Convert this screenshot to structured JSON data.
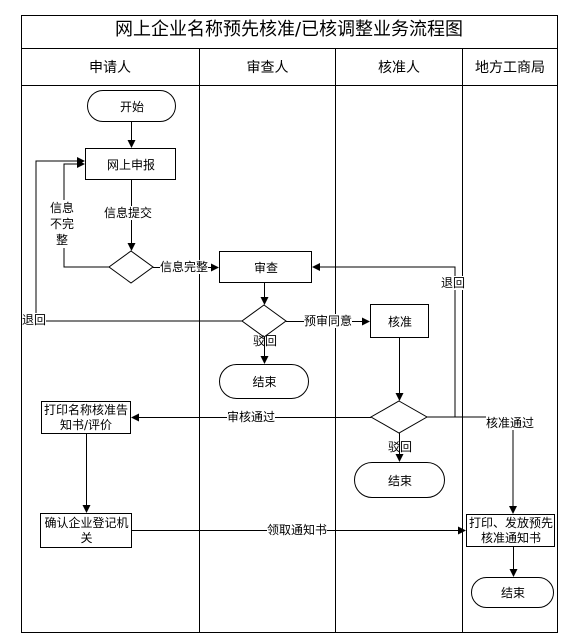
{
  "title": "网上企业名称预先核准/已核调整业务流程图",
  "lanes": [
    "申请人",
    "审查人",
    "核准人",
    "地方工商局"
  ],
  "nodes": {
    "start": "开始",
    "online_apply": "网上申报",
    "review": "审查",
    "approve": "核准",
    "end_reviewer": "结束",
    "end_approver": "结束",
    "print_notice": "打印名称核准告知书/评价",
    "confirm_org": "确认企业登记机关",
    "print_issue": "打印、发放预先核准通知书",
    "end_local": "结束"
  },
  "edges": {
    "info_incomplete": "信息不完整",
    "info_submit": "信息提交",
    "info_complete": "信息完整",
    "return_left": "退回",
    "pre_review_agree": "预审同意",
    "reject_reviewer": "驳回",
    "return_right": "退回",
    "review_pass": "审核通过",
    "reject_approver": "驳回",
    "approve_pass": "核准通过",
    "get_notice": "领取通知书"
  }
}
